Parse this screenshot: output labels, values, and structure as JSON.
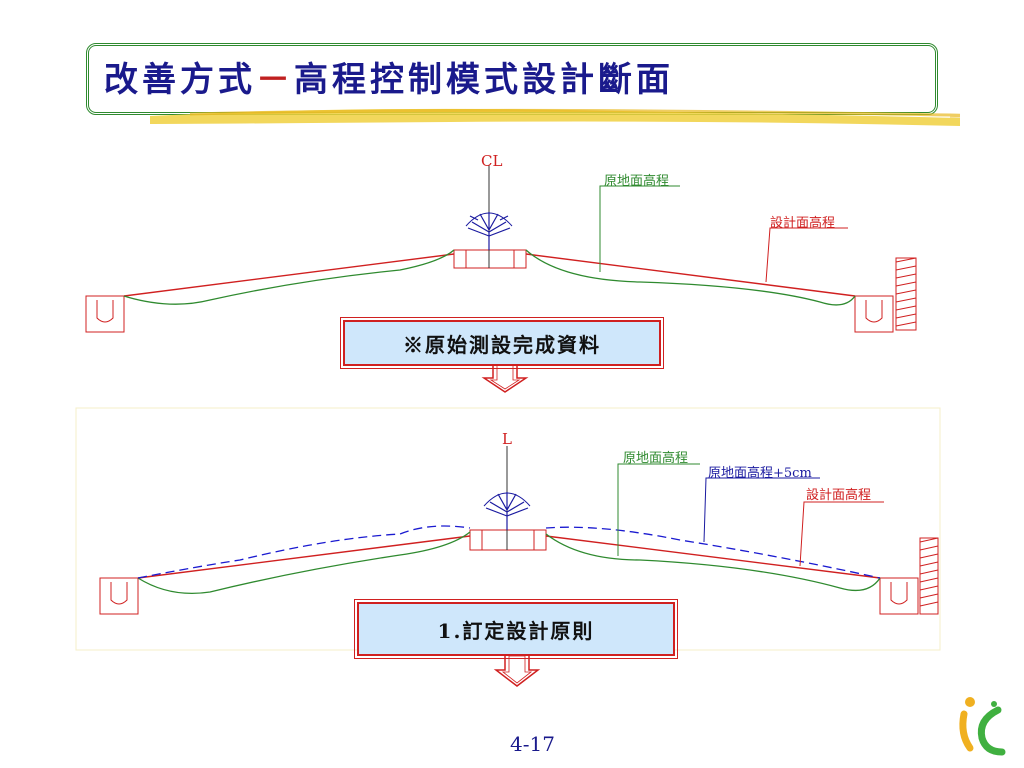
{
  "title": {
    "main": "改善方式",
    "dash": "－",
    "sub": "高程控制模式設計斷面"
  },
  "diagram_top": {
    "centerline_label": "CL",
    "original_ground_label": "原地面高程",
    "design_label": "設計面高程"
  },
  "step1": {
    "label": "※原始測設完成資料"
  },
  "diagram_bottom": {
    "centerline_label": "L",
    "original_ground_label": "原地面高程",
    "plus5_label": "原地面高程+5cm",
    "design_label": "設計面高程"
  },
  "step2": {
    "label": "1.訂定設計原則"
  },
  "page_number": "4-17",
  "colors": {
    "title": "#1a1a8c",
    "green": "#2f8a2f",
    "red": "#d02020",
    "blue": "#1a1aa0",
    "box_fill": "#cfe7fb"
  }
}
